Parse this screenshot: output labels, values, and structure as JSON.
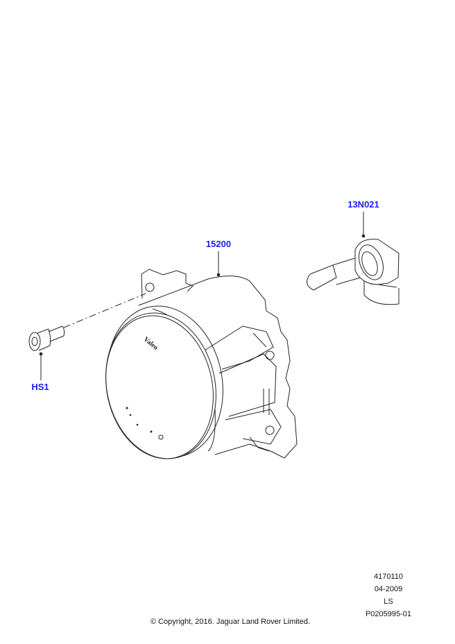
{
  "callouts": {
    "lamp": "15200",
    "bulb": "13N021",
    "screw": "HS1"
  },
  "lens_markings": {
    "brand": "Valeo"
  },
  "footer": {
    "ref_number": "4170110",
    "date": "04-2009",
    "code": "LS",
    "part_ref": "P0205995-01",
    "copyright": "© Copyright, 2016. Jaguar Land Rover Limited."
  },
  "colors": {
    "callout": "#1a1aff",
    "line": "#222222"
  }
}
